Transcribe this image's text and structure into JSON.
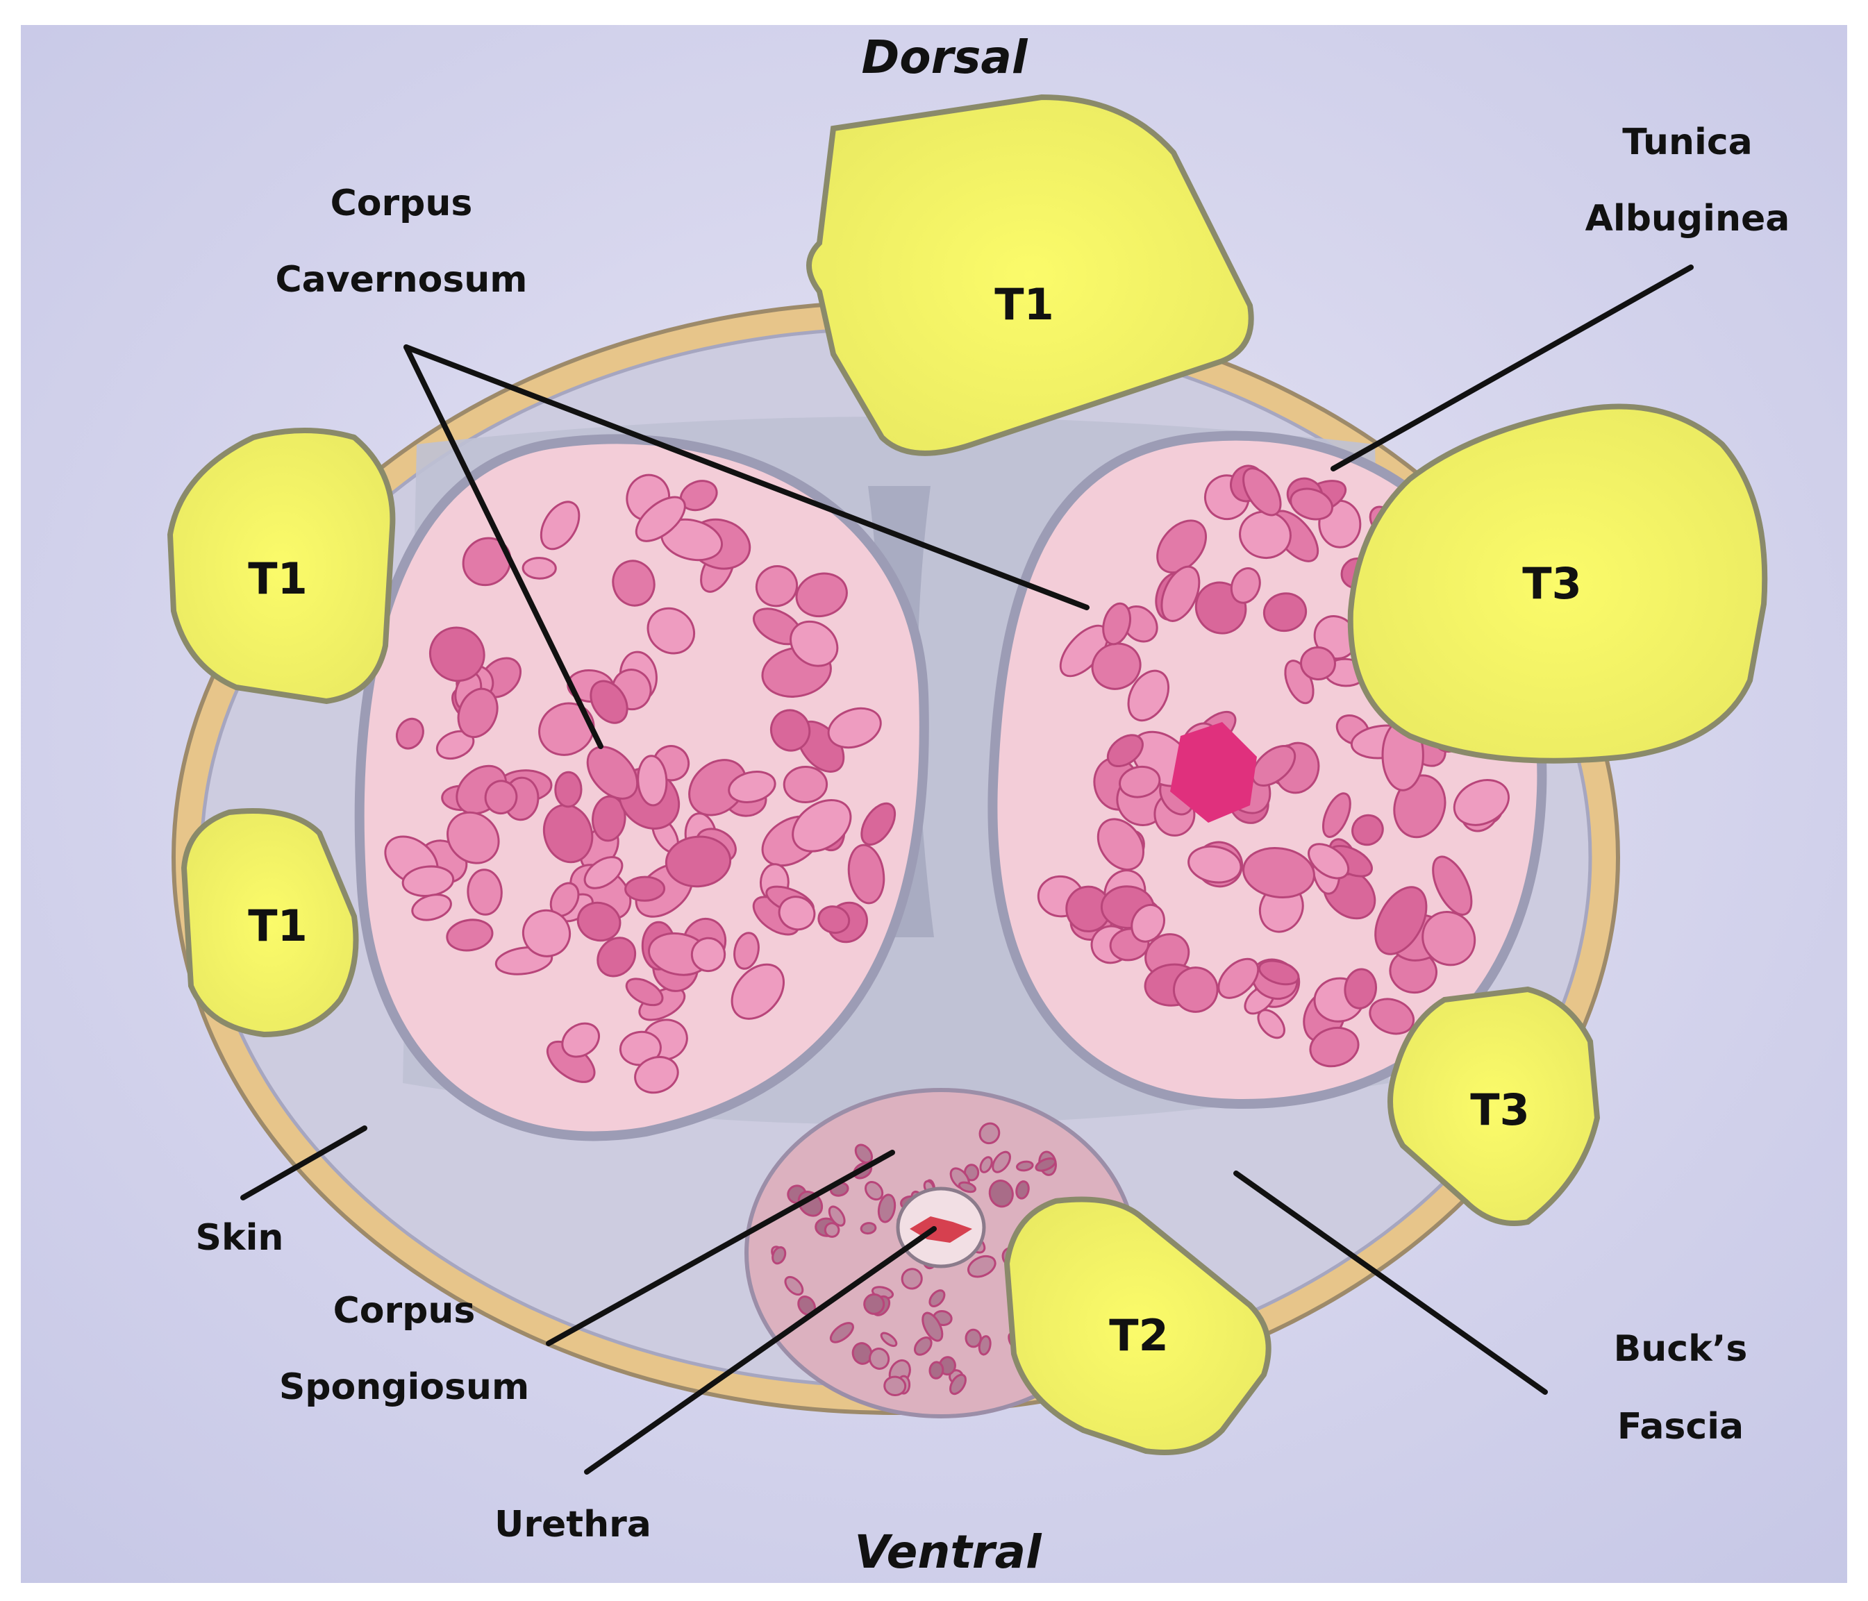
{
  "orientation": {
    "top": "Dorsal",
    "bottom": "Ventral"
  },
  "labels": {
    "corpus_cavernosum": [
      "Corpus",
      "Cavernosum"
    ],
    "tunica_albuginea": [
      "Tunica",
      "Albuginea"
    ],
    "skin": "Skin",
    "corpus_spongiosum": [
      "Corpus",
      "Spongiosum"
    ],
    "urethra": "Urethra",
    "bucks_fascia": [
      "Buck’s",
      "Fascia"
    ]
  },
  "tumors": [
    {
      "id": "dorsal",
      "label": "T1"
    },
    {
      "id": "left-upper",
      "label": "T1"
    },
    {
      "id": "left-lower",
      "label": "T1"
    },
    {
      "id": "right-large",
      "label": "T3"
    },
    {
      "id": "right-lower",
      "label": "T3"
    },
    {
      "id": "ventral",
      "label": "T2"
    }
  ],
  "colors": {
    "background": "#dcdaf0",
    "skin": "#e8c488",
    "fascia": "#c7c7dc",
    "septum": "#b3b6cb",
    "cavernosum": "#f3cfd9",
    "sinusoid": "#e487b1",
    "spongiosum": "#d9aab8",
    "urethra": "#d94f5c",
    "tumor": "#f2f25c",
    "outline": "#8a8a8a"
  }
}
